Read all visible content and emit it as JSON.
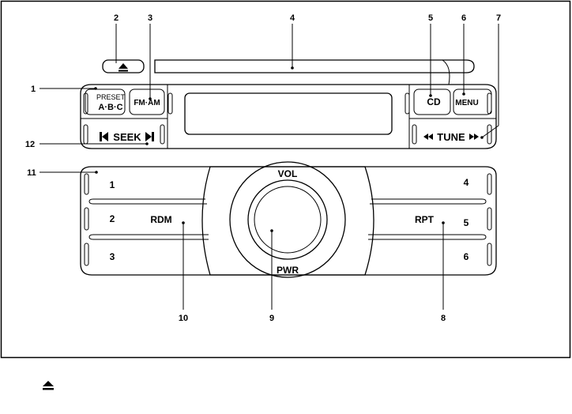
{
  "callouts": [
    "1",
    "2",
    "3",
    "4",
    "5",
    "6",
    "7",
    "8",
    "9",
    "10",
    "11",
    "12"
  ],
  "buttons": {
    "preset_line1": "PRESET",
    "preset_line2": "A·B·C",
    "fm_am": "FM·AM",
    "cd": "CD",
    "menu": "MENU",
    "seek": "SEEK",
    "tune": "TUNE",
    "vol": "VOL",
    "pwr": "PWR",
    "rdm": "RDM",
    "rpt": "RPT",
    "presets_left": [
      "1",
      "2",
      "3"
    ],
    "presets_right": [
      "4",
      "5",
      "6"
    ]
  },
  "footer": {
    "eject_icon": "eject-icon"
  }
}
